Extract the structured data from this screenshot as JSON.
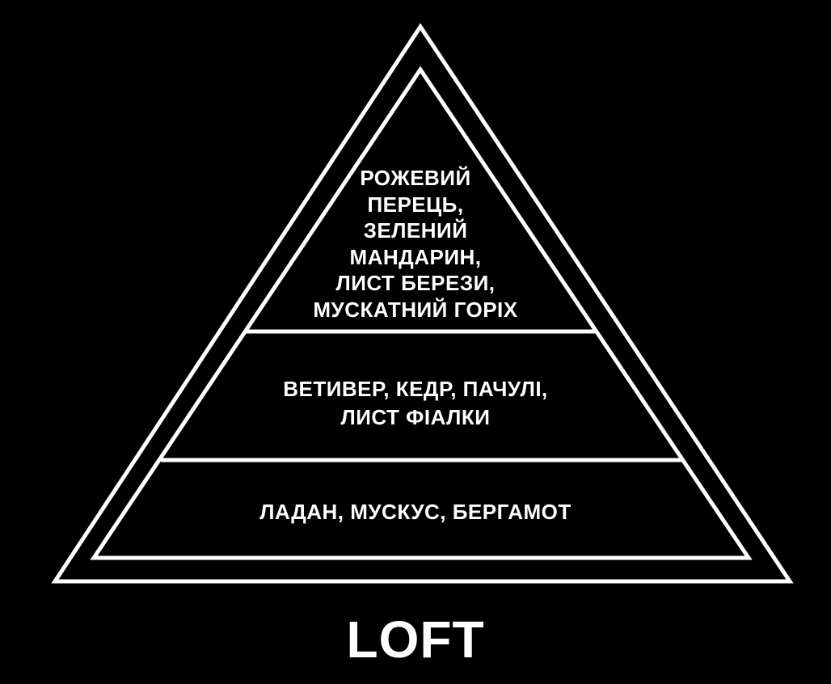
{
  "colors": {
    "background": "#000000",
    "foreground": "#ffffff"
  },
  "pyramid": {
    "top_notes": {
      "lines": [
        "РОЖЕВИЙ",
        "ПЕРЕЦЬ,",
        "ЗЕЛЕНИЙ",
        "МАНДАРИН,",
        "ЛИСТ БЕРЕЗИ,",
        "МУСКАТНИЙ ГОРІХ"
      ]
    },
    "middle_notes": {
      "lines": [
        "ВЕТИВЕР, КЕДР, ПАЧУЛІ,",
        "ЛИСТ ФІАЛКИ"
      ]
    },
    "base_notes": {
      "lines": [
        "ЛАДАН, МУСКУС, БЕРГАМОТ"
      ]
    }
  },
  "brand": {
    "name": "LOFT"
  }
}
